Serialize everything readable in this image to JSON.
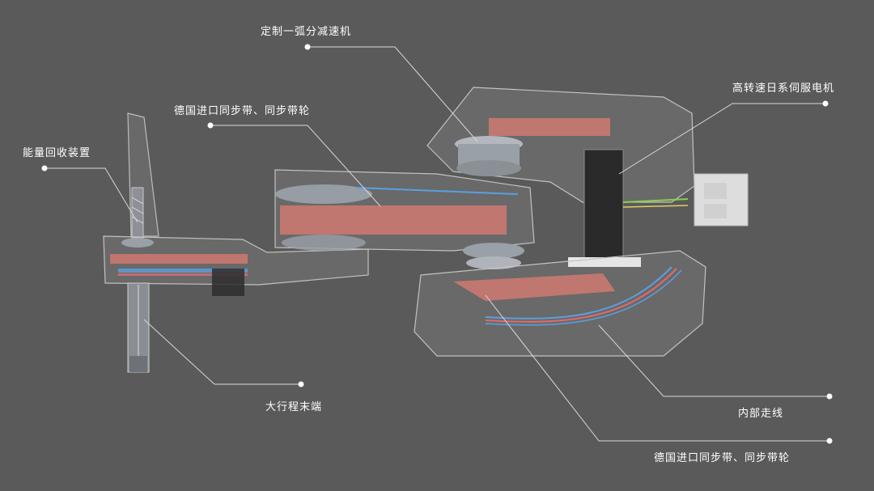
{
  "colors": {
    "background": "#5a5a5a",
    "shell": "#c8c8c8",
    "belt": "#c87870",
    "gear": "#9aa0a8",
    "motor": "#2a2a2a",
    "cable_blue": "#5aa0e0",
    "cable_red": "#e06a6a",
    "cable_green": "#8ad04a"
  },
  "labels": {
    "reducer": "定制一弧分减速机",
    "belt_top": "德国进口同步带、同步带轮",
    "energy_recovery": "能量回收装置",
    "servo_motor": "高转速日系伺服电机",
    "long_stroke": "大行程末端",
    "internal_wiring": "内部走线",
    "belt_bottom": "德国进口同步带、同步带轮"
  }
}
